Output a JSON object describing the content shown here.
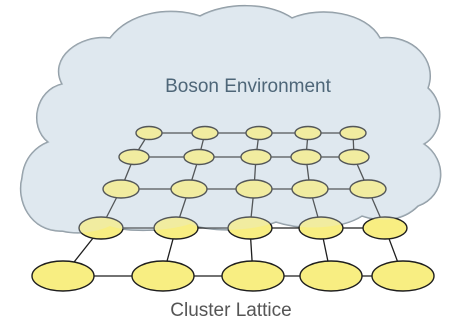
{
  "labels": {
    "environment": "Boson Environment",
    "lattice": "Cluster Lattice"
  },
  "lattice": {
    "rows": 5,
    "columns": 5
  },
  "colors": {
    "cloud_fill": "#dfe8ef",
    "cloud_stroke": "#8e9aa3",
    "node_fill": "#f8ee82",
    "node_stroke": "#1e1e1e",
    "edge": "#1e1e1e"
  }
}
